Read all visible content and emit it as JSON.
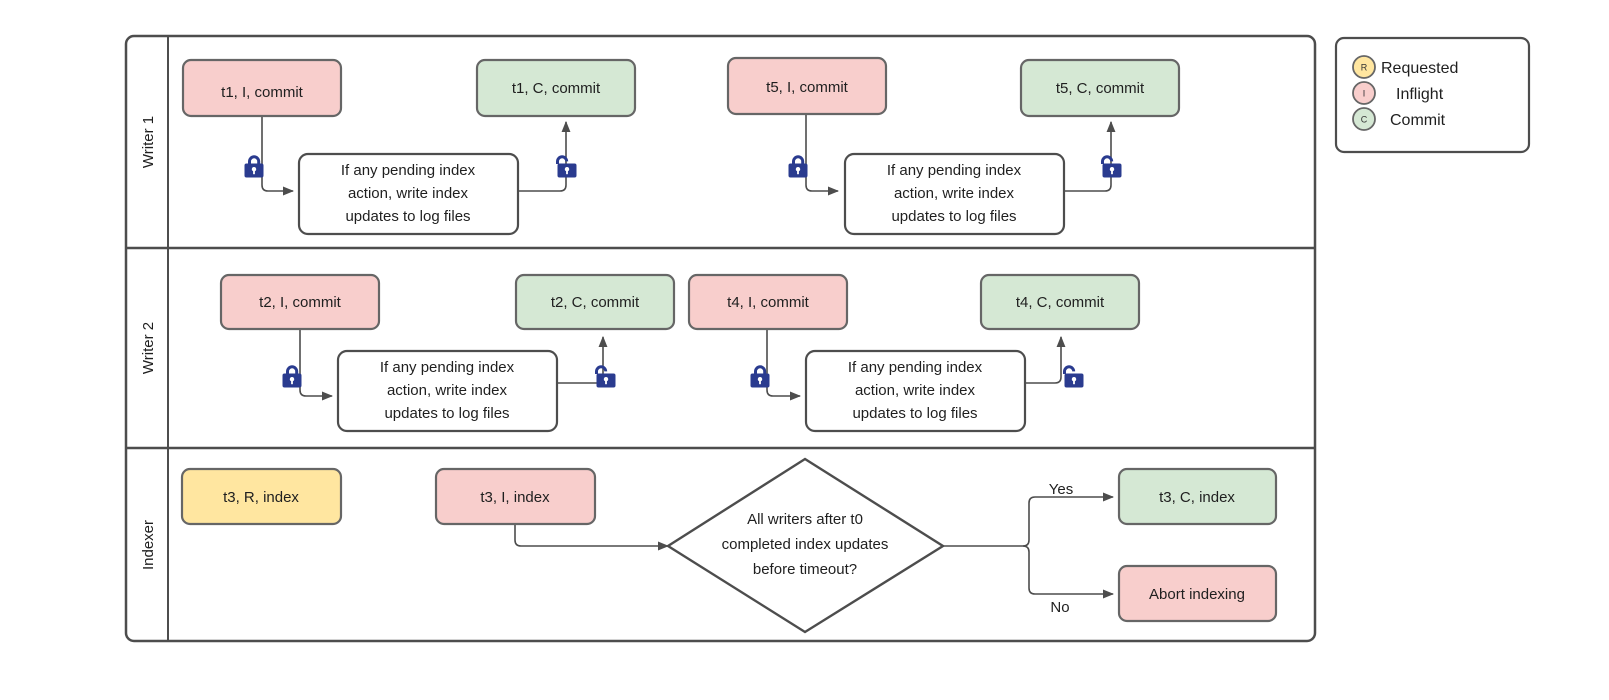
{
  "diagram": {
    "title": "Writer / Indexer transaction swimlane flow",
    "background": "#ffffff",
    "colors": {
      "inflight_fill": "#f8cecc",
      "inflight_stroke": "#666666",
      "commit_fill": "#d5e8d4",
      "commit_stroke": "#666666",
      "requested_fill": "#ffe6a0",
      "requested_stroke": "#666666",
      "process_fill": "#ffffff",
      "process_stroke": "#4d4d4d",
      "lane_stroke": "#4d4d4d",
      "edge_stroke": "#4d4d4d",
      "lock_fill": "#2a3b8f",
      "text": "#1f1f1f"
    }
  },
  "lanes": [
    {
      "id": "writer1",
      "label": "Writer 1"
    },
    {
      "id": "writer2",
      "label": "Writer 2"
    },
    {
      "id": "indexer",
      "label": "Indexer"
    }
  ],
  "nodes": {
    "w1_t1_inflight": {
      "label": "t1, I, commit",
      "state": "inflight"
    },
    "w1_t1_commit": {
      "label": "t1, C, commit",
      "state": "commit"
    },
    "w1_t5_inflight": {
      "label": "t5, I, commit",
      "state": "inflight"
    },
    "w1_t5_commit": {
      "label": "t5, C, commit",
      "state": "commit"
    },
    "w2_t2_inflight": {
      "label": "t2, I, commit",
      "state": "inflight"
    },
    "w2_t2_commit": {
      "label": "t2, C, commit",
      "state": "commit"
    },
    "w2_t4_inflight": {
      "label": "t4, I, commit",
      "state": "inflight"
    },
    "w2_t4_commit": {
      "label": "t4, C, commit",
      "state": "commit"
    },
    "ix_t3_requested": {
      "label": "t3, R, index",
      "state": "requested"
    },
    "ix_t3_inflight": {
      "label": "t3, I, index",
      "state": "inflight"
    },
    "ix_t3_commit": {
      "label": "t3, C, index",
      "state": "commit"
    },
    "ix_abort": {
      "label": "Abort indexing",
      "state": "inflight"
    }
  },
  "process_text": {
    "line1": "If any pending index",
    "line2": "action, write index",
    "line3": "updates to log files"
  },
  "decision": {
    "line1": "All writers after t0",
    "line2": "completed index updates",
    "line3": "before timeout?"
  },
  "edge_labels": {
    "yes": "Yes",
    "no": "No"
  },
  "icons": {
    "lock_closed": "lock-closed-icon",
    "lock_open": "lock-open-icon"
  },
  "legend": {
    "items": [
      {
        "letter": "R",
        "label": "Requested",
        "fill": "#ffe6a0"
      },
      {
        "letter": "I",
        "label": "Inflight",
        "fill": "#f8cecc"
      },
      {
        "letter": "C",
        "label": "Commit",
        "fill": "#d5e8d4"
      }
    ]
  }
}
